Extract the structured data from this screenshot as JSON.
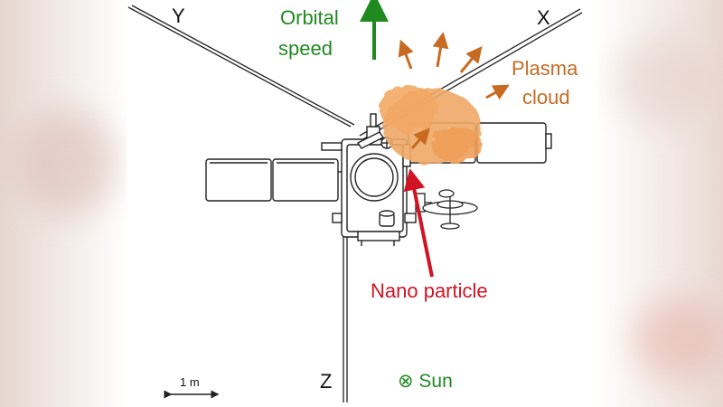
{
  "axes": {
    "y": "Y",
    "x": "X",
    "z": "Z"
  },
  "labels": {
    "orbital_speed_line1": "Orbital",
    "orbital_speed_line2": "speed",
    "plasma_cloud_line1": "Plasma",
    "plasma_cloud_line2": "cloud",
    "nano_particle": "Nano particle",
    "sun": "⊗ Sun",
    "scale_bar": "1 m"
  },
  "colors": {
    "orbital_speed": "#1f8a1f",
    "plasma": "#c86b22",
    "plasma_cloud_fill": "#f0a866",
    "nano_particle": "#d01423",
    "outline": "#222222"
  }
}
